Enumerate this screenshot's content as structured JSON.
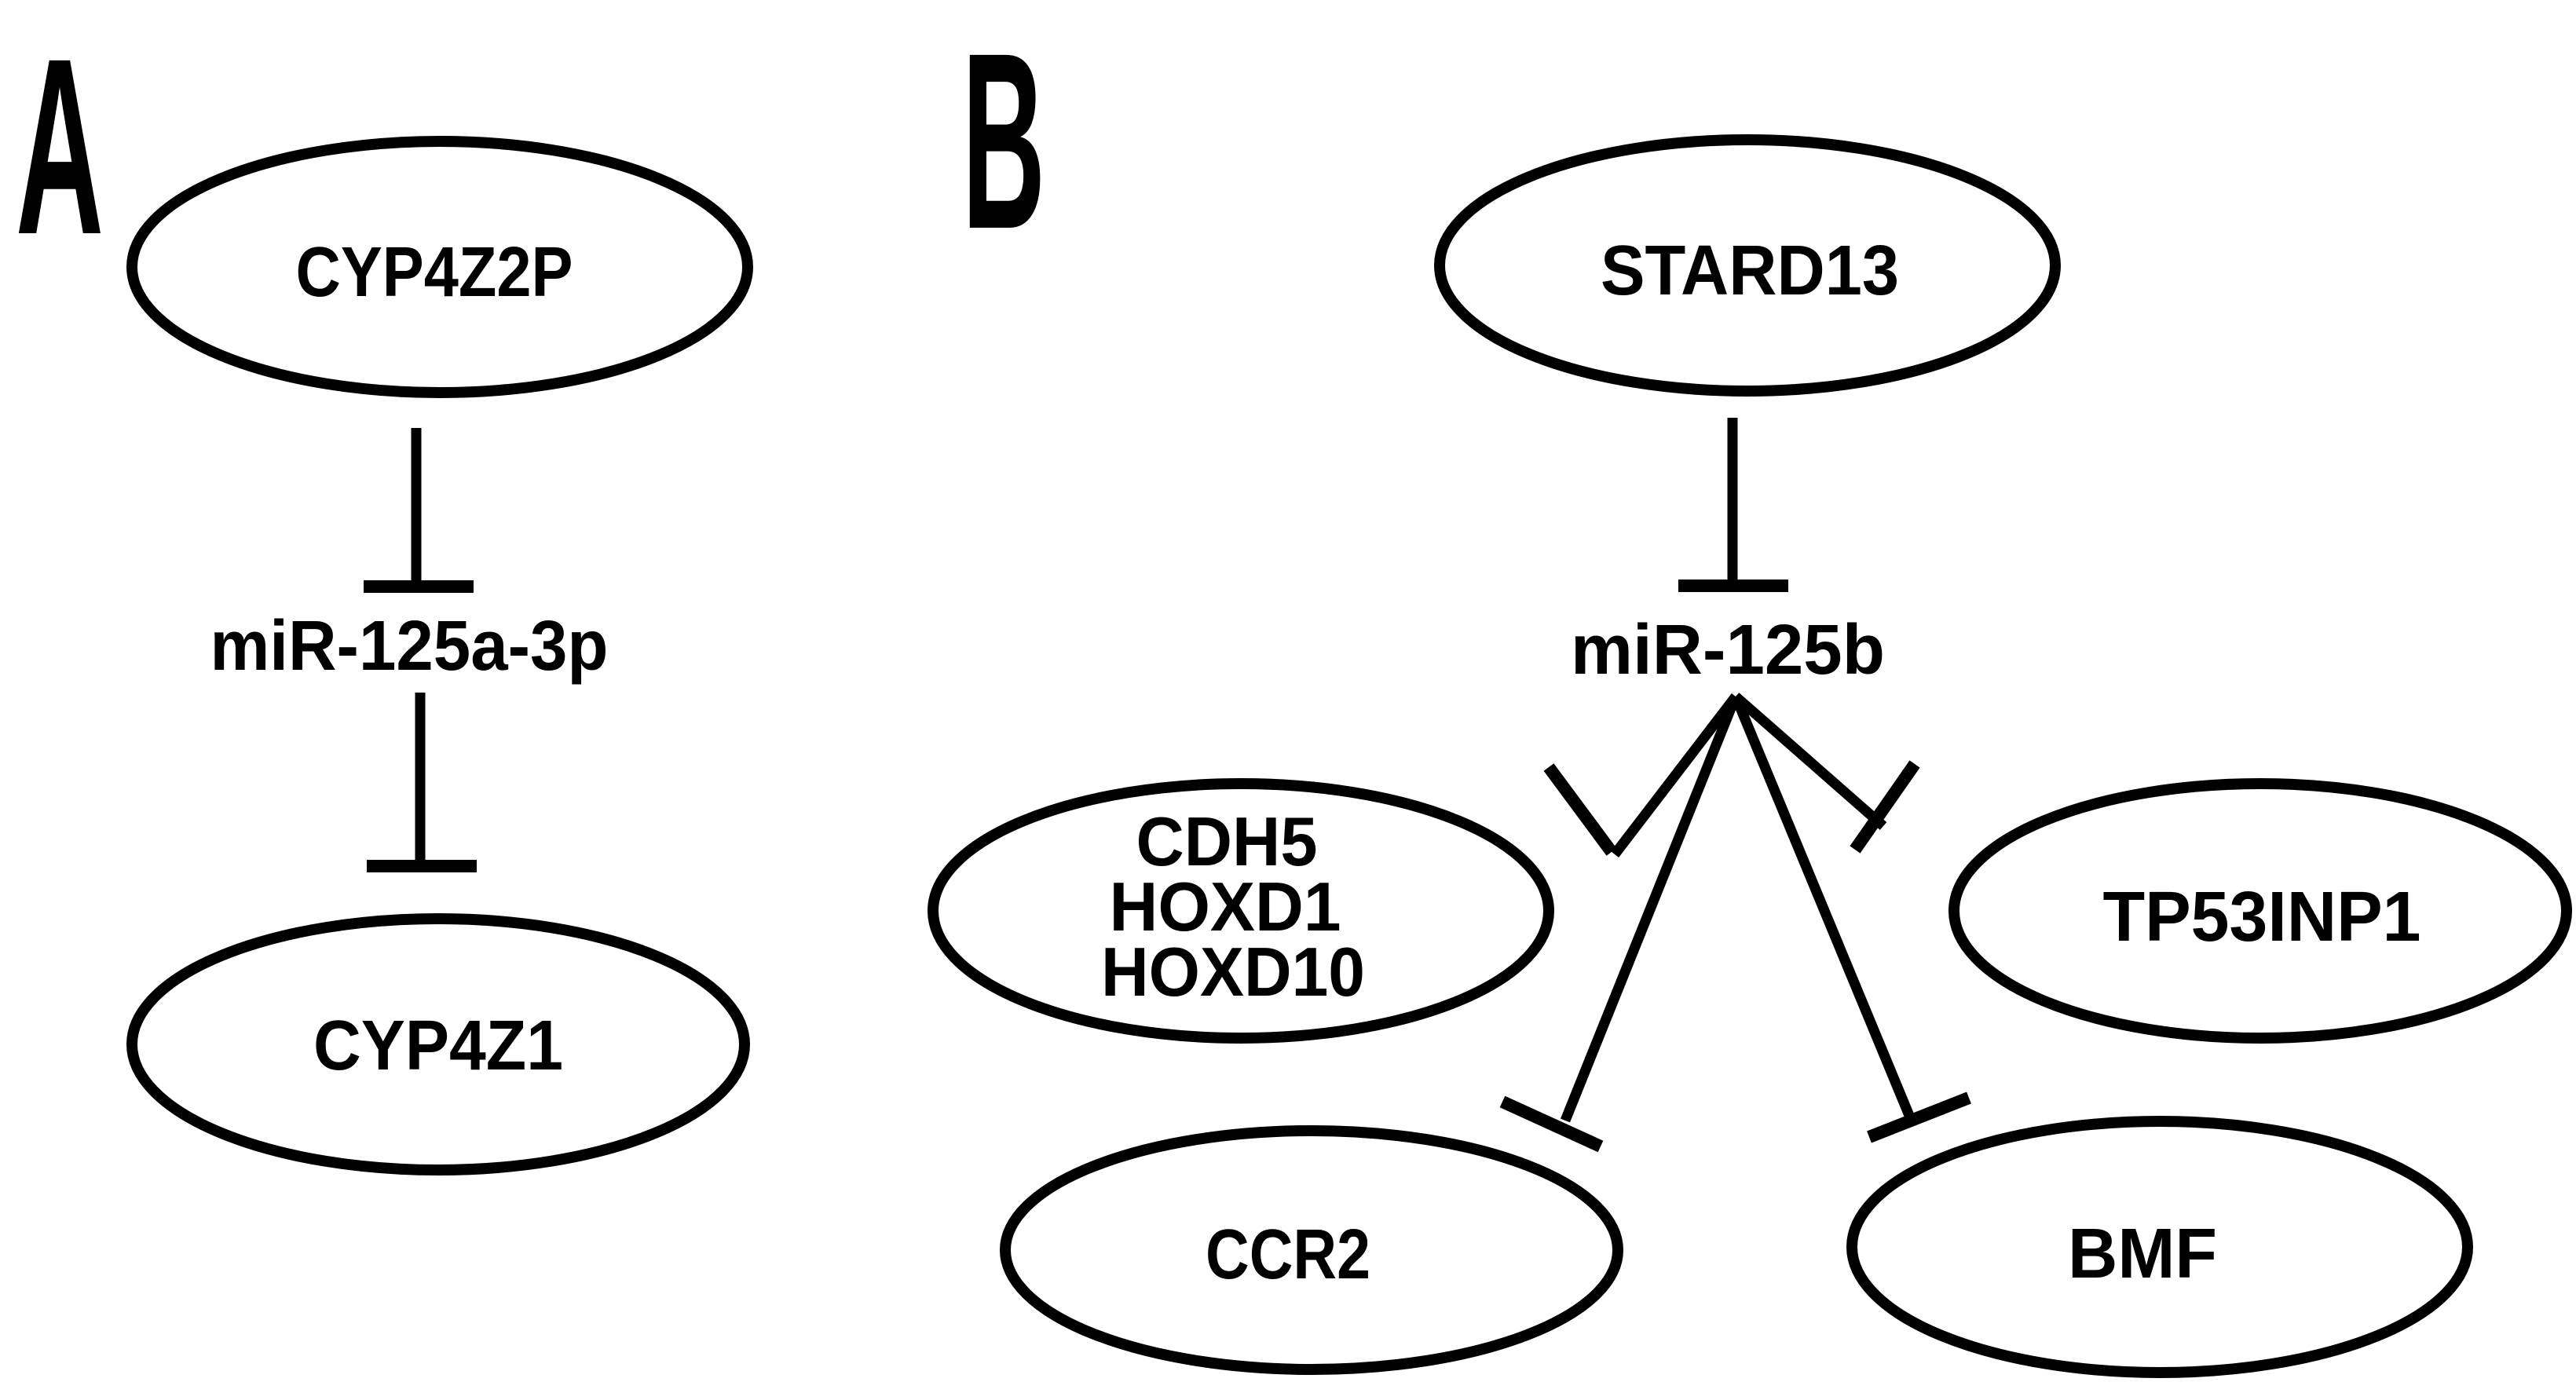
{
  "colors": {
    "ink": "#000000",
    "background": "#ffffff"
  },
  "arrow_style": "T-bar (inhibition)",
  "panelA": {
    "label": "A",
    "source": "CYP4Z2P",
    "mirna": "miR-125a-3p",
    "target": "CYP4Z1",
    "edges": [
      {
        "from": "CYP4Z2P",
        "to": "miR-125a-3p",
        "type": "inhibits"
      },
      {
        "from": "miR-125a-3p",
        "to": "CYP4Z1",
        "type": "inhibits"
      }
    ]
  },
  "panelB": {
    "label": "B",
    "source": "STARD13",
    "mirna": "miR-125b",
    "cluster": [
      "CDH5",
      "HOXD1",
      "HOXD10"
    ],
    "tp53inp1": "TP53INP1",
    "ccr2": "CCR2",
    "bmf": "BMF",
    "edges": [
      {
        "from": "STARD13",
        "to": "miR-125b",
        "type": "inhibits"
      },
      {
        "from": "miR-125b",
        "to": "CDH5/HOXD1/HOXD10",
        "type": "inhibits"
      },
      {
        "from": "miR-125b",
        "to": "TP53INP1",
        "type": "inhibits"
      },
      {
        "from": "miR-125b",
        "to": "CCR2",
        "type": "inhibits"
      },
      {
        "from": "miR-125b",
        "to": "BMF",
        "type": "inhibits"
      }
    ]
  }
}
